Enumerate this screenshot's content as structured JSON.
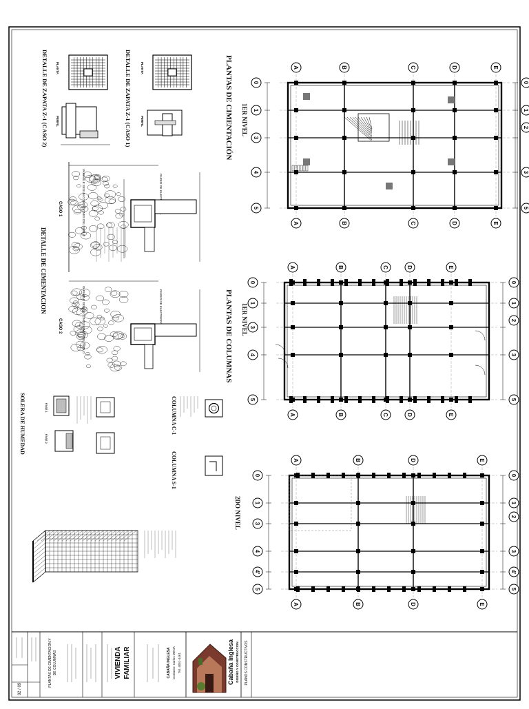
{
  "sheet": {
    "company_name": "Cabaña Inglesa",
    "company_tagline": "DISEÑO Y CONSTRUCCION",
    "company_short": "CABAÑA INGLESA",
    "contact": "Contacto: Carlos MENA",
    "phone": "Tel. 4051-4461",
    "project_title_1": "VIVIENDA",
    "project_title_2": "FAMILIAR",
    "sheet_category": "PLANOS CONSTRUCTIVOS",
    "contents_1": "PLANTAS DE CIMENTACION Y",
    "contents_2": "DE COLUMNAS",
    "sheet_number": "02 / 09"
  },
  "plans": {
    "cimentacion": {
      "level": "1ER NIVEL",
      "title": "PLANTAS DE CIMENTACIÓN"
    },
    "columnas": {
      "level": "1ER NIVEL",
      "title": "PLANTAS DE COLUMNAS"
    },
    "segundo": {
      "level": "2DO NIVEL"
    }
  },
  "grid": {
    "numbers_top": [
      "0",
      "1",
      "3",
      "4",
      "5"
    ],
    "numbers_bottom": [
      "0",
      "1",
      "2",
      "3",
      "5"
    ],
    "numbers_2nd_top": [
      "0",
      "1",
      "3",
      "4",
      "4'",
      "5"
    ],
    "numbers_2nd_bottom": [
      "0",
      "1",
      "2",
      "3",
      "4'",
      "5"
    ],
    "letters": [
      "A",
      "B",
      "C",
      "D",
      "E"
    ],
    "letters_2nd": [
      "A",
      "B",
      "D",
      "E"
    ]
  },
  "details": {
    "zapata_2": "DETALLE DE ZAPATA Z-1 (CASO 2)",
    "zapata_1": "DETALLE DE ZAPATA Z-1 (CASO 1)",
    "planta": "PLANTA",
    "perfil": "PERFIL",
    "cimentacion": "DETALLE DE CIMENTACION",
    "caso_1": "CASO 1",
    "caso_2": "CASO 2",
    "variable_suelo": "VARIABLE SEGUN CONDICIONES DEL SUELO",
    "pared": "PARED DE ELECTROPANEL",
    "columna_c1": "COLUMNA C-1",
    "columna_s1": "COLUMNA S-1",
    "solera": "SOLERA DE HUMEDAD",
    "fase_1": "FASE 1",
    "fase_2": "FASE 2"
  }
}
